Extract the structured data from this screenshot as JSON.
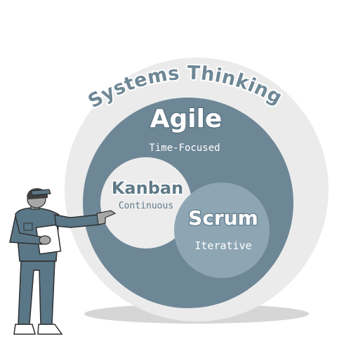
{
  "diagram": {
    "outer_label": "Systems Thinking",
    "middle_label": "Agile",
    "middle_sublabel": "Time-Focused",
    "left_label": "Kanban",
    "left_sublabel": "Continuous",
    "right_label": "Scrum",
    "right_sublabel": "Iterative"
  },
  "colors": {
    "outer_ring": "#ebebeb",
    "agile_circle": "#6e8796",
    "kanban_circle": "#ececec",
    "scrum_circle": "#8ea6b4",
    "shadow": "#d4d4d4",
    "worker_uniform": "#5a7788",
    "worker_skin": "#a7a7a7",
    "worker_hair": "#3f3f3f"
  }
}
